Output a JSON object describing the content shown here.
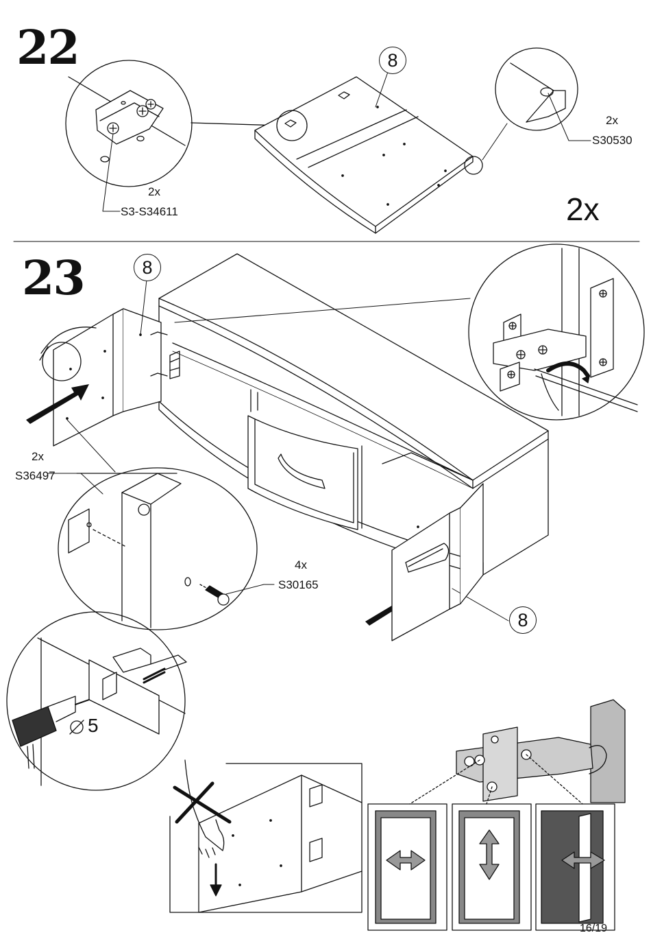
{
  "steps": {
    "step22": {
      "number": "22",
      "part_number": "8",
      "hinge_plate_qty": "2x",
      "hinge_plate_code": "S3-S34611",
      "cap_qty": "2x",
      "cap_code": "S30530",
      "repeat": "2x"
    },
    "step23": {
      "number": "23",
      "part_number_left": "8",
      "part_number_right": "8",
      "hinge_qty": "2x",
      "hinge_code": "S36497",
      "screw_qty": "4x",
      "screw_code": "S30165",
      "drill_diameter": "5"
    }
  },
  "footer": {
    "page": "16/19"
  },
  "icons": [
    "phillips-screwdriver-icon",
    "power-drill-icon",
    "clamp-icon",
    "hand-warning-icon",
    "horizontal-adjust-arrow-icon",
    "vertical-adjust-arrow-icon",
    "depth-adjust-arrow-icon"
  ]
}
